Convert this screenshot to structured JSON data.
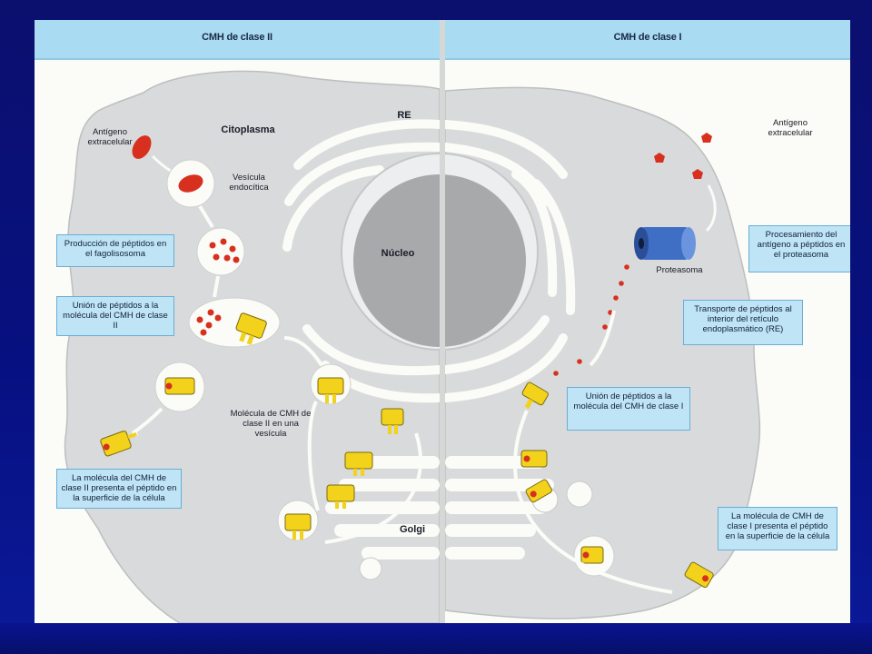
{
  "panels": {
    "left_title": "CMH de clase II",
    "right_title": "CMH de clase I"
  },
  "labels": {
    "antigen_left": "Antígeno extracelular",
    "cytoplasm": "Citoplasma",
    "endocytic_vesicle": "Vesícula endocítica",
    "re": "RE",
    "nucleus": "Núcleo",
    "golgi": "Golgi",
    "mhc2_vesicle": "Molécula de CMH de clase II en una vesícula",
    "antigen_right": "Antígeno extracelular",
    "proteasome": "Proteasoma"
  },
  "boxes": {
    "peptide_production": "Producción de péptidos en el fagolisosoma",
    "peptide_binding_ii": "Unión de péptidos a la molécula del CMH de clase II",
    "presentation_ii": "La molécula del CMH de clase II presenta el péptido en la superficie de la célula",
    "proteasome_processing": "Procesamiento del antígeno a péptidos en el proteasoma",
    "transport_re": "Transporte de péptidos al interior del retículo endoplasmático (RE)",
    "peptide_binding_i": "Unión de péptidos a la molécula del CMH de clase I",
    "presentation_i": "La molécula de CMH de clase I presenta el péptido en la superficie de la célula"
  },
  "colors": {
    "background": "#0b0f6e",
    "header": "#a9dbf2",
    "cell": "#d9dadb",
    "box": "#bfe4f6",
    "antigen": "#d8301f",
    "mhc": "#f2d21a",
    "proteasome": "#3f6fc4"
  }
}
